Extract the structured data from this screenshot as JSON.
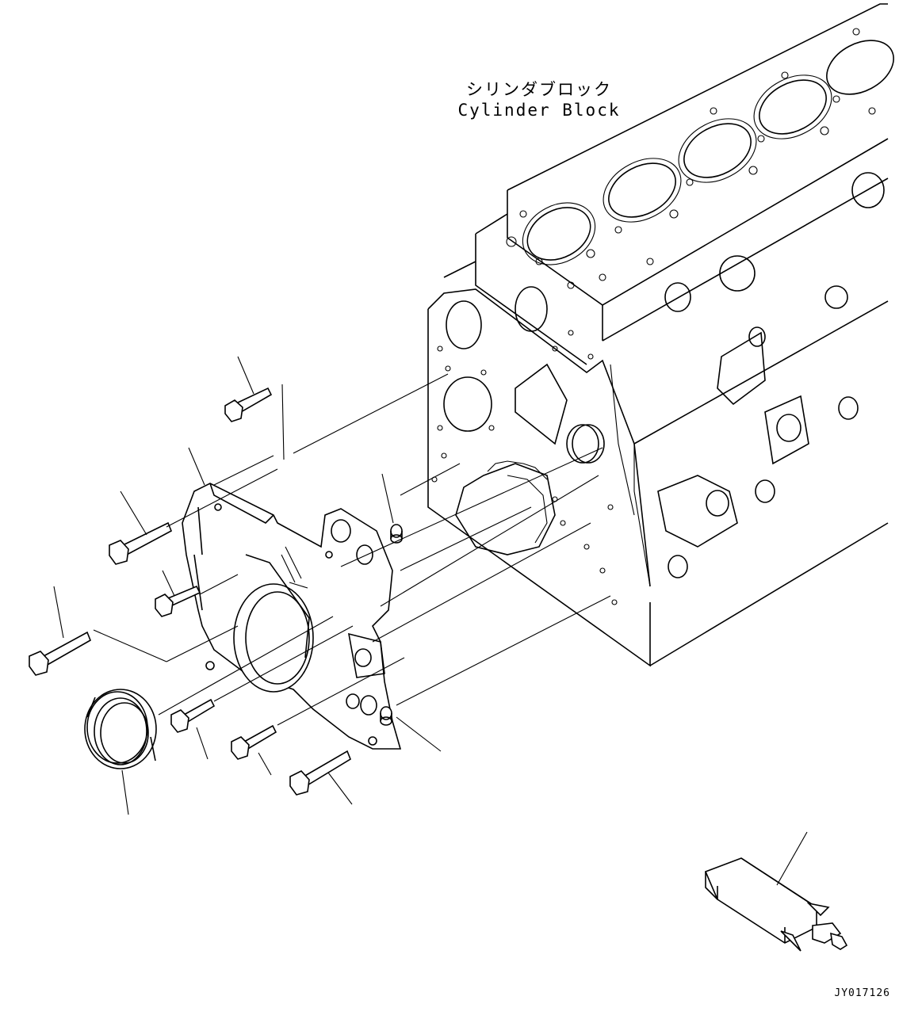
{
  "callout": {
    "jp": "シリンダブロック",
    "en": "Cylinder Block"
  },
  "drawing_id": "JY017126"
}
